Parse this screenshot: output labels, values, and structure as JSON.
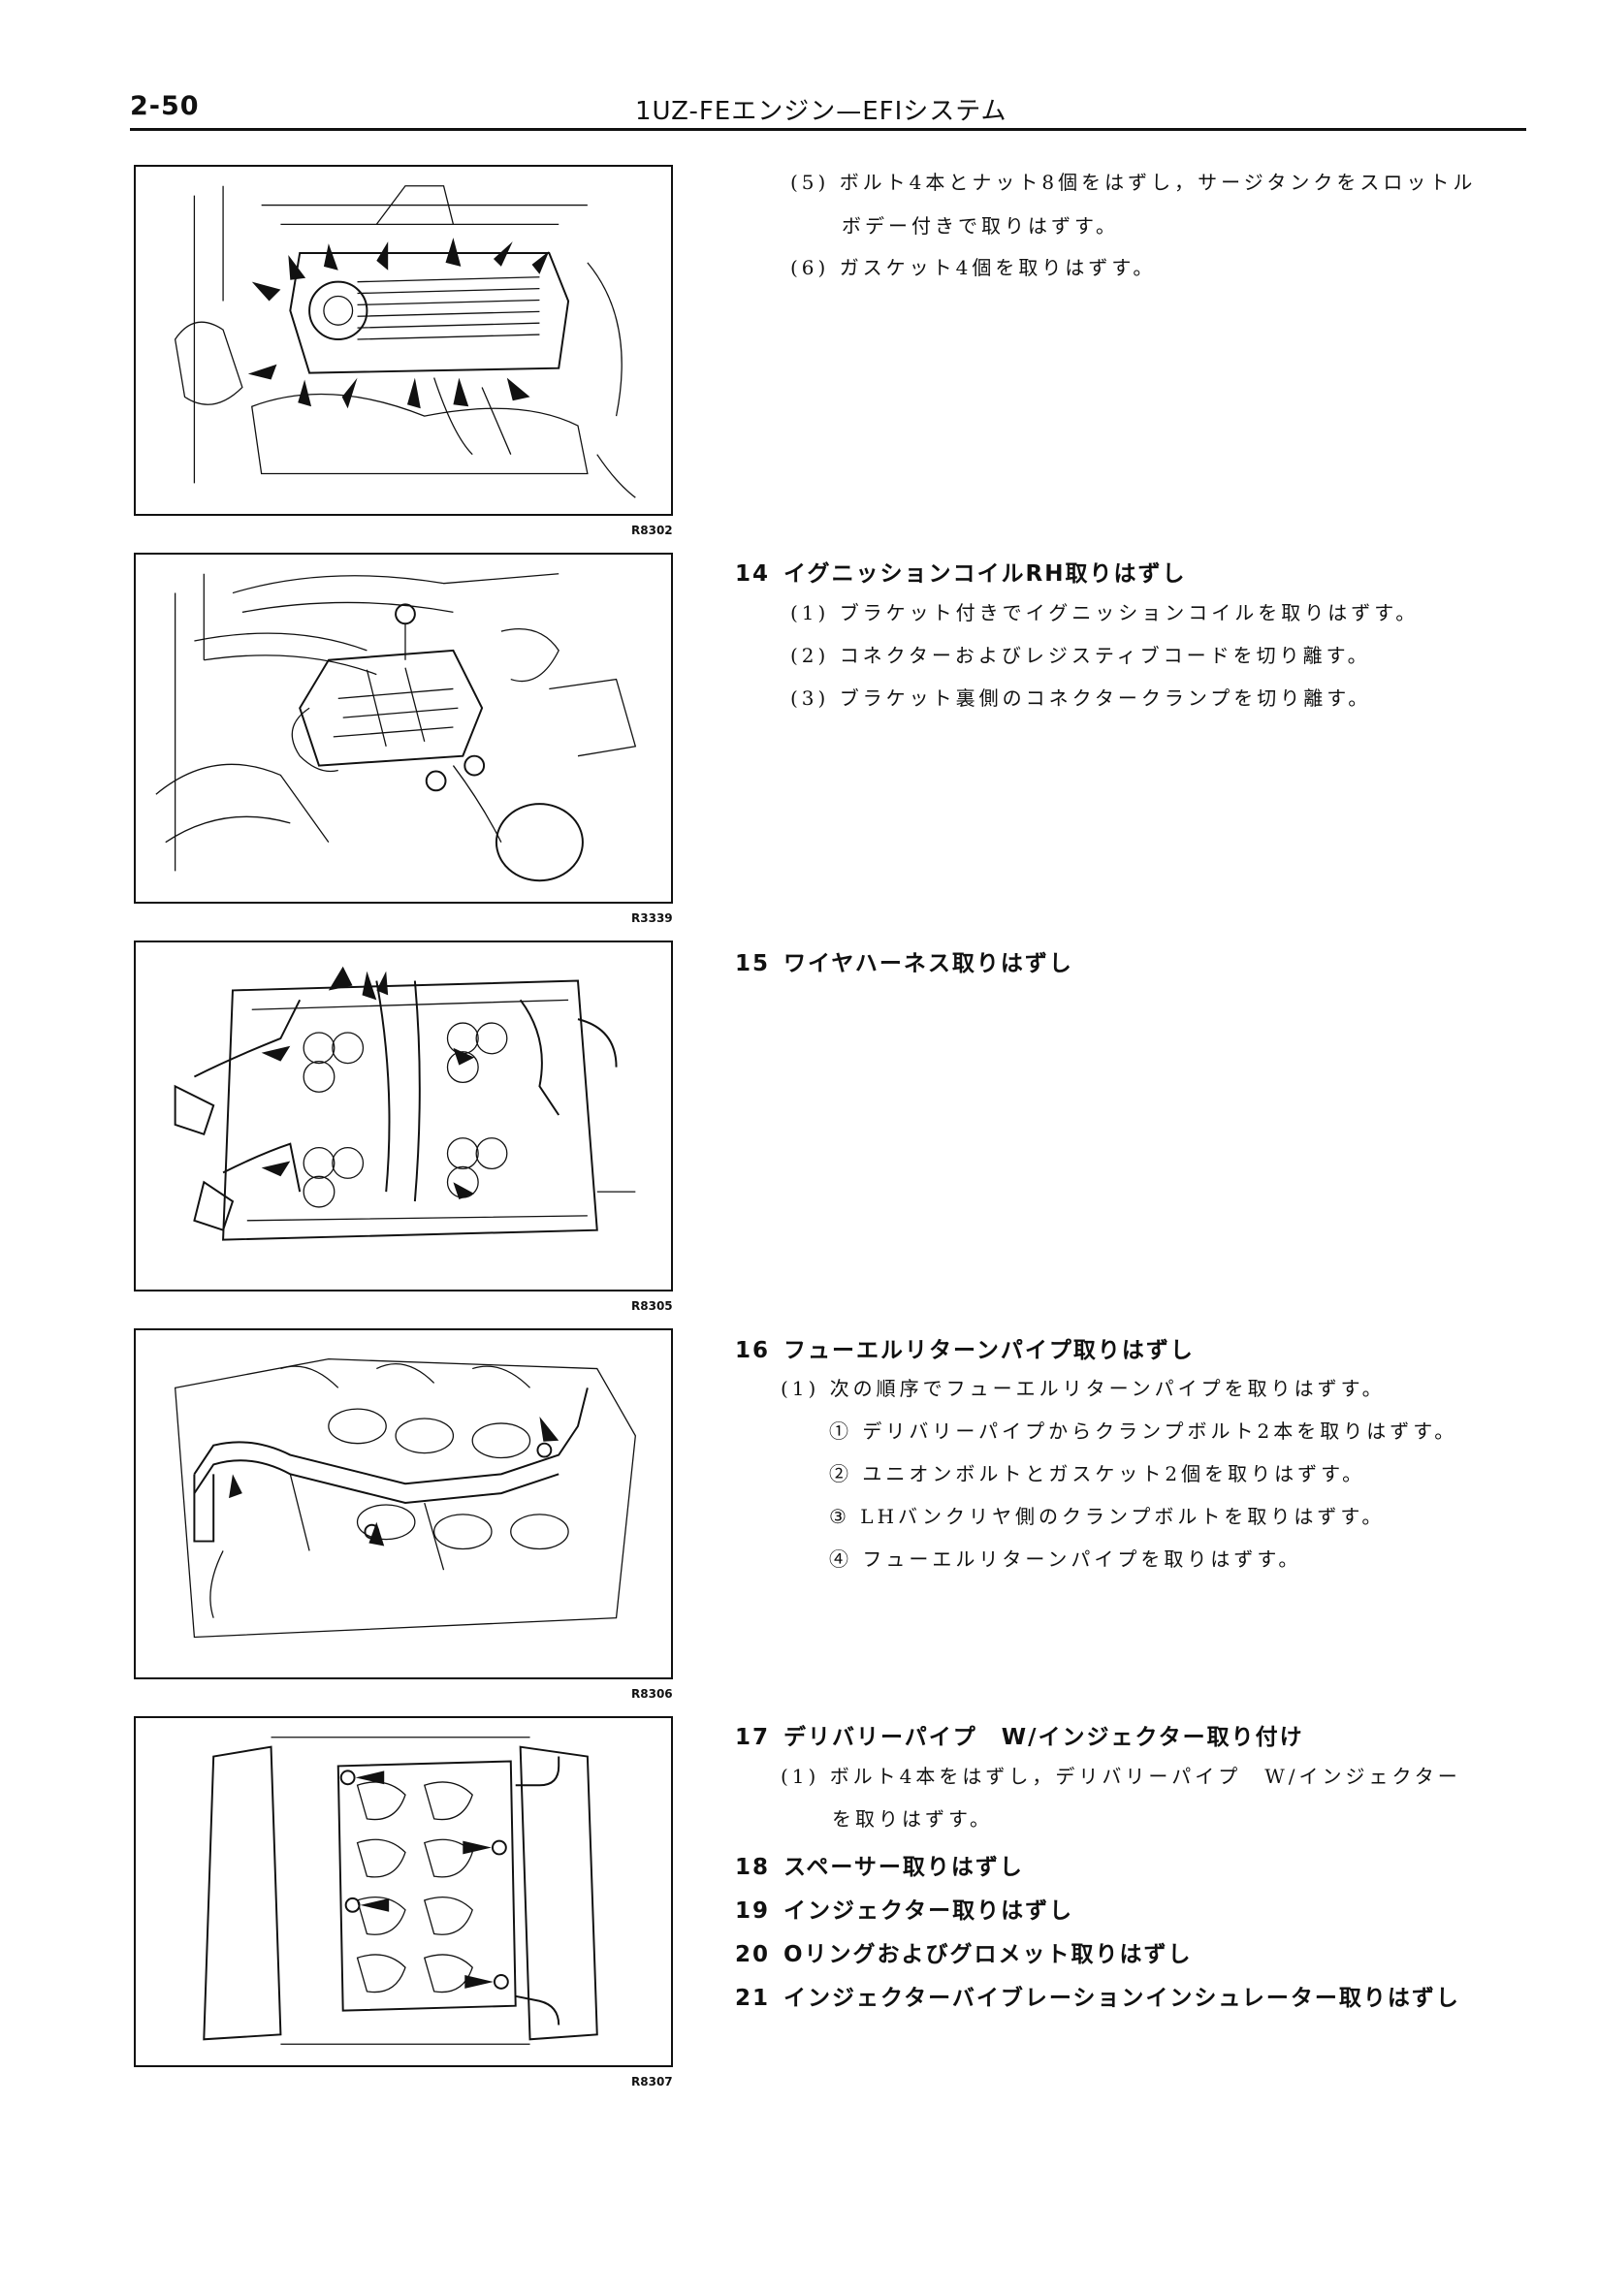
{
  "header": {
    "page_number": "2-50",
    "title": "1UZ-FEエンジン—EFIシステム"
  },
  "figures": [
    {
      "code": "R8302"
    },
    {
      "code": "R3339"
    },
    {
      "code": "R8305"
    },
    {
      "code": "R8306"
    },
    {
      "code": "R8307"
    }
  ],
  "block13": {
    "item5_line1": "(5)  ボルト4本とナット8個をはずし，サージタンクをスロットル",
    "item5_line2": "ボデー付きで取りはずす。",
    "item6": "(6)  ガスケット4個を取りはずす。"
  },
  "block14": {
    "num": "14",
    "title": "イグニッションコイルRH取りはずし",
    "items": [
      "(1)  ブラケット付きでイグニッションコイルを取りはずす。",
      "(2)  コネクターおよびレジスティブコードを切り離す。",
      "(3)  ブラケット裏側のコネクタークランプを切り離す。"
    ]
  },
  "block15": {
    "num": "15",
    "title": "ワイヤハーネス取りはずし"
  },
  "block16": {
    "num": "16",
    "title": "フューエルリターンパイプ取りはずし",
    "item1": "(1)  次の順序でフューエルリターンパイプを取りはずす。",
    "steps": [
      "① デリバリーパイプからクランプボルト2本を取りはずす。",
      "② ユニオンボルトとガスケット2個を取りはずす。",
      "③ LHバンクリヤ側のクランプボルトを取りはずす。",
      "④ フューエルリターンパイプを取りはずす。"
    ]
  },
  "block17": {
    "num": "17",
    "title": "デリバリーパイプ　W/インジェクター取り付け",
    "item1_line1": "(1)  ボルト4本をはずし，デリバリーパイプ　W/インジェクター",
    "item1_line2": "を取りはずす。"
  },
  "block18": {
    "num": "18",
    "title": "スペーサー取りはずし"
  },
  "block19": {
    "num": "19",
    "title": "インジェクター取りはずし"
  },
  "block20": {
    "num": "20",
    "title": "Oリングおよびグロメット取りはずし"
  },
  "block21": {
    "num": "21",
    "title": "インジェクターバイブレーションインシュレーター取りはずし"
  }
}
